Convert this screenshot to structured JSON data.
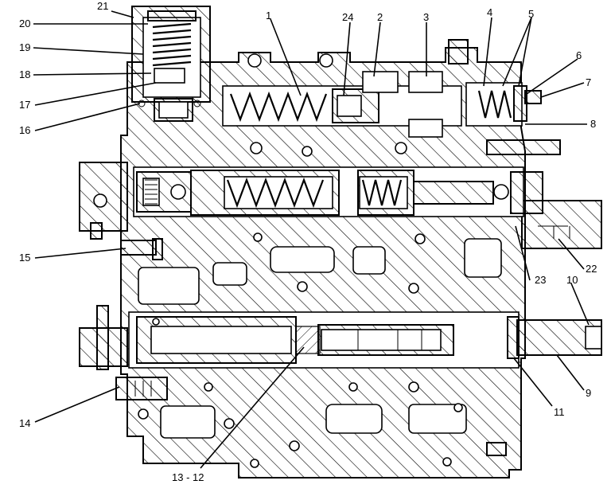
{
  "diagram": {
    "labels": [
      {
        "id": "21",
        "text": "21"
      },
      {
        "id": "20",
        "text": "20"
      },
      {
        "id": "19",
        "text": "19"
      },
      {
        "id": "18",
        "text": "18"
      },
      {
        "id": "17",
        "text": "17"
      },
      {
        "id": "16",
        "text": "16"
      },
      {
        "id": "15",
        "text": "15"
      },
      {
        "id": "14",
        "text": "14"
      },
      {
        "id": "1",
        "text": "1"
      },
      {
        "id": "24",
        "text": "24"
      },
      {
        "id": "2",
        "text": "2"
      },
      {
        "id": "3",
        "text": "3"
      },
      {
        "id": "4",
        "text": "4"
      },
      {
        "id": "5",
        "text": "5"
      },
      {
        "id": "6",
        "text": "6"
      },
      {
        "id": "7",
        "text": "7"
      },
      {
        "id": "8",
        "text": "8"
      },
      {
        "id": "22",
        "text": "22"
      },
      {
        "id": "23",
        "text": "23"
      },
      {
        "id": "10",
        "text": "10"
      },
      {
        "id": "9",
        "text": "9"
      },
      {
        "id": "11",
        "text": "11"
      },
      {
        "id": "13-12",
        "text": "13 - 12"
      }
    ]
  }
}
